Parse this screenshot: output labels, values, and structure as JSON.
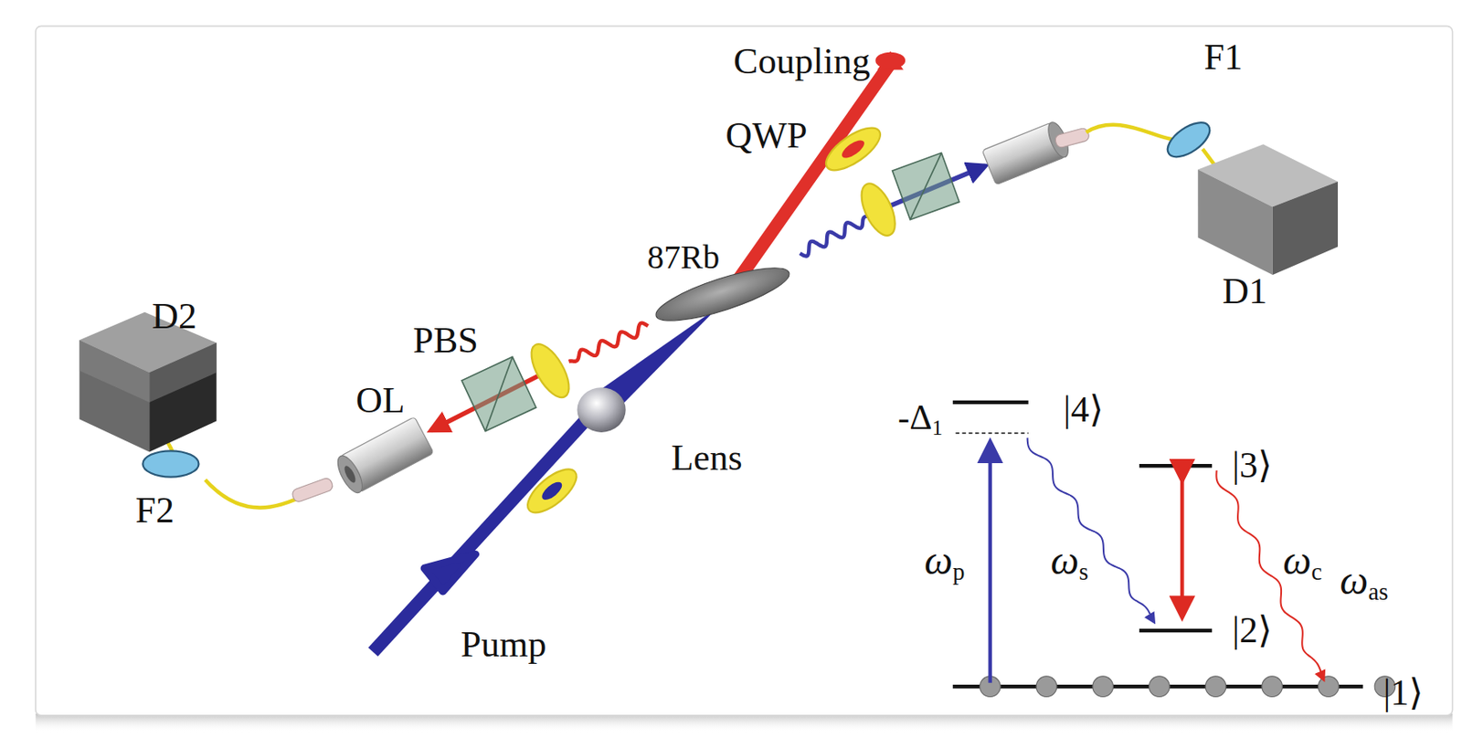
{
  "diagram": {
    "labels": [
      "Coupling",
      "QWP",
      "87Rb",
      "F1",
      "D1",
      "D2",
      "PBS",
      "OL",
      "Lens",
      "Pump",
      "F2",
      "-Δ1",
      "|4⟩",
      "|3⟩",
      "|2⟩",
      "|1⟩",
      "ωp",
      "ωs",
      "ωc",
      "ωas"
    ]
  }
}
